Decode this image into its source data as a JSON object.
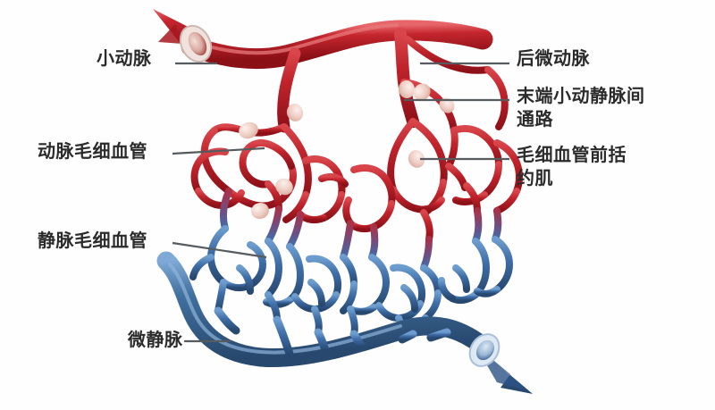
{
  "figure": {
    "type": "anatomical-illustration",
    "subject": "microcirculation-capillary-bed",
    "background_color": "#fefefe"
  },
  "colors": {
    "artery_red": "#c0232b",
    "artery_red_dark": "#8e1119",
    "artery_red_light": "#e24a4a",
    "vein_blue": "#3f6ea8",
    "vein_blue_dark": "#2a4f7e",
    "vein_blue_light": "#6b9acb",
    "sphincter_pink": "#efcfc6",
    "leader_line": "#555b5e",
    "label_text": "#2b2b2b"
  },
  "labels": {
    "arteriole": "小动脉",
    "arterial_capillary": "动脉毛细血管",
    "venous_capillary": "静脉毛细血管",
    "venule": "微静脉",
    "metarteriole": "后微动脉",
    "thoroughfare_channel": "末端小动静脉间\n通路",
    "precapillary_sphincter": "毛细血管前括\n约肌"
  }
}
